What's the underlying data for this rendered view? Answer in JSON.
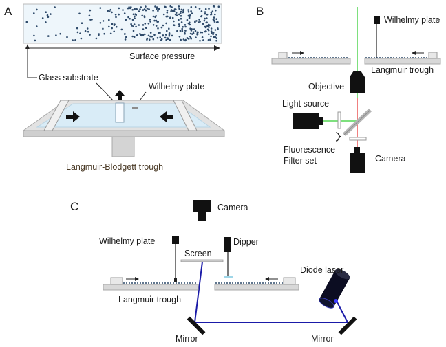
{
  "panels": {
    "a": {
      "letter": "A",
      "surface_pressure": "Surface pressure",
      "glass_substrate": "Glass substrate",
      "wilhelmy_plate": "Wilhelmy plate",
      "trough_name": "Langmuir-Blodgett trough"
    },
    "b": {
      "letter": "B",
      "wilhelmy_plate": "Wilhelmy plate",
      "trough_name": "Langmuir trough",
      "objective": "Objective",
      "light_source": "Light source",
      "fluorescence": "Fluorescence",
      "filter_set": "Filter set",
      "camera": "Camera"
    },
    "c": {
      "letter": "C",
      "camera": "Camera",
      "wilhelmy_plate": "Wilhelmy plate",
      "dipper": "Dipper",
      "screen": "Screen",
      "diode_laser": "Diode laser",
      "trough_name": "Langmuir trough",
      "mirror_left": "Mirror",
      "mirror_right": "Mirror"
    }
  },
  "colors": {
    "green_beam": "#7ee07e",
    "red_beam": "#f08080",
    "blue_beam": "#1a1aa8",
    "trough_grey": "#d8d8d8",
    "subphase_blue": "#d9ecf7",
    "molecule_dot": "#2e4a6a"
  }
}
